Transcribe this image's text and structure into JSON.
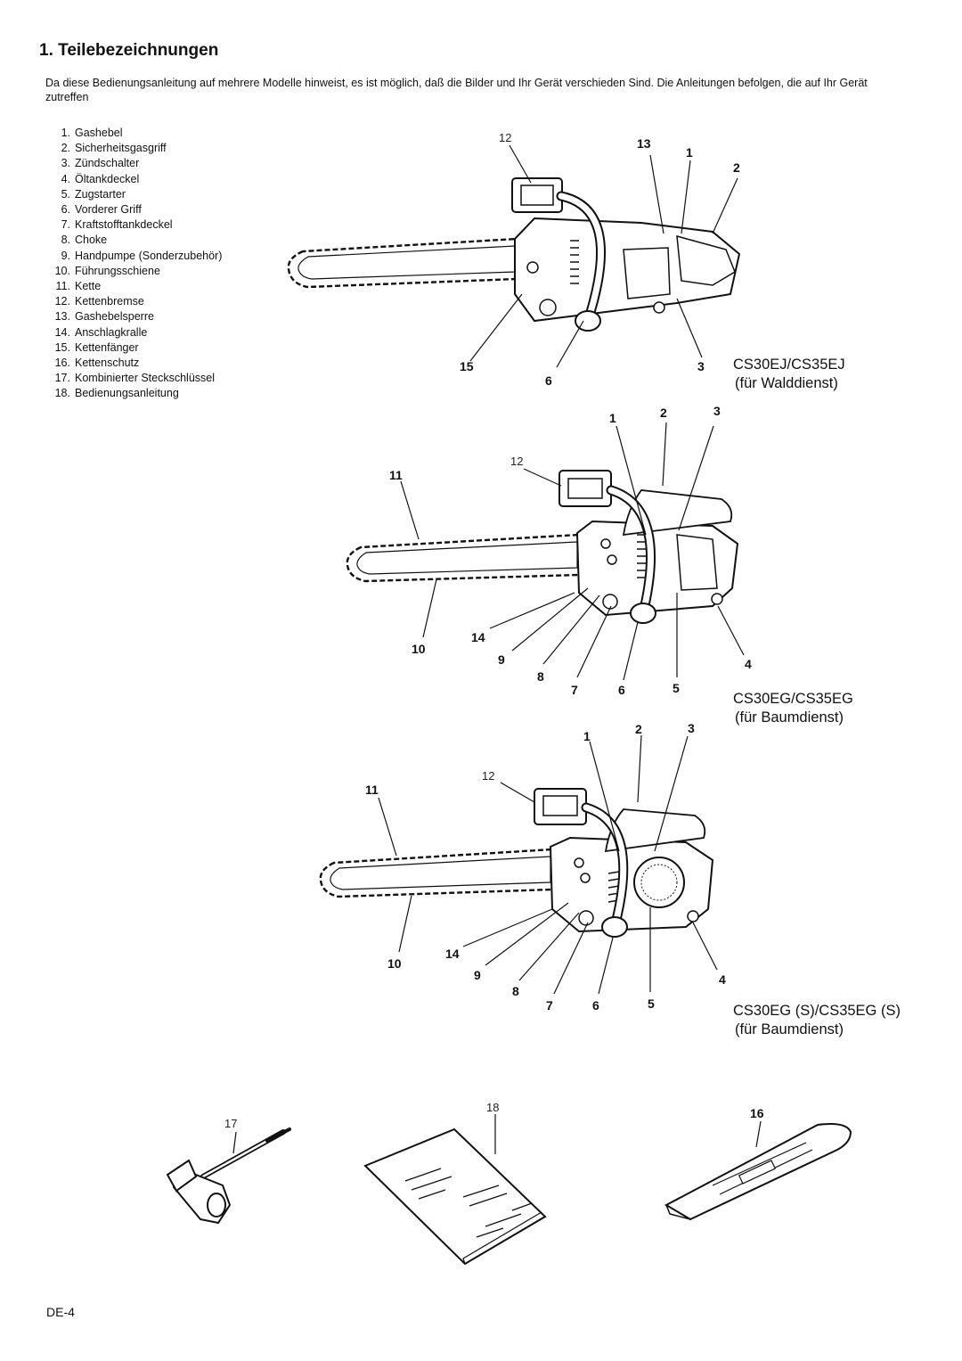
{
  "title": "1. Teilebezeichnungen",
  "intro": "Da diese Bedienungsanleitung auf mehrere Modelle hinweist, es ist möglich, daß die Bilder und Ihr Gerät verschieden Sind.  Die Anleitungen befolgen, die auf Ihr Gerät zutreffen",
  "parts": [
    {
      "num": "1.",
      "name": "Gashebel"
    },
    {
      "num": "2.",
      "name": "Sicherheitsgasgriff"
    },
    {
      "num": "3.",
      "name": "Zündschalter"
    },
    {
      "num": "4.",
      "name": "Öltankdeckel"
    },
    {
      "num": "5.",
      "name": "Zugstarter"
    },
    {
      "num": "6.",
      "name": "Vorderer Griff"
    },
    {
      "num": "7.",
      "name": "Kraftstofftankdeckel"
    },
    {
      "num": "8.",
      "name": "Choke"
    },
    {
      "num": "9.",
      "name": "Handpumpe (Sonderzubehör)"
    },
    {
      "num": "10.",
      "name": "Führungsschiene"
    },
    {
      "num": "11.",
      "name": "Kette"
    },
    {
      "num": "12.",
      "name": "Kettenbremse"
    },
    {
      "num": "13.",
      "name": "Gashebelsperre"
    },
    {
      "num": "14.",
      "name": "Anschlagkralle"
    },
    {
      "num": "15.",
      "name": "Kettenfänger"
    },
    {
      "num": "16.",
      "name": "Kettenschutz"
    },
    {
      "num": "17.",
      "name": "Kombinierter Steckschlüssel"
    },
    {
      "num": "18.",
      "name": "Bedienungsanleitung"
    }
  ],
  "figures": [
    {
      "model": "CS30EJ/CS35EJ",
      "usage": "(für Walddienst)",
      "callouts": {
        "c12": "12",
        "c13": "13",
        "c1": "1",
        "c2": "2",
        "c15": "15",
        "c6": "6",
        "c3": "3"
      }
    },
    {
      "model": "CS30EG/CS35EG",
      "usage": "(für Baumdienst)",
      "callouts": {
        "c1": "1",
        "c2": "2",
        "c3": "3",
        "c12": "12",
        "c11": "11",
        "c10": "10",
        "c14": "14",
        "c9": "9",
        "c8": "8",
        "c7": "7",
        "c6": "6",
        "c5": "5",
        "c4": "4"
      }
    },
    {
      "model": "CS30EG (S)/CS35EG (S)",
      "usage": "(für Baumdienst)",
      "callouts": {
        "c1": "1",
        "c2": "2",
        "c3": "3",
        "c12": "12",
        "c11": "11",
        "c10": "10",
        "c14": "14",
        "c9": "9",
        "c8": "8",
        "c7": "7",
        "c6": "6",
        "c5": "5",
        "c4": "4"
      }
    }
  ],
  "accessories": {
    "c17": "17",
    "c18": "18",
    "c16": "16"
  },
  "footer": "DE-4"
}
